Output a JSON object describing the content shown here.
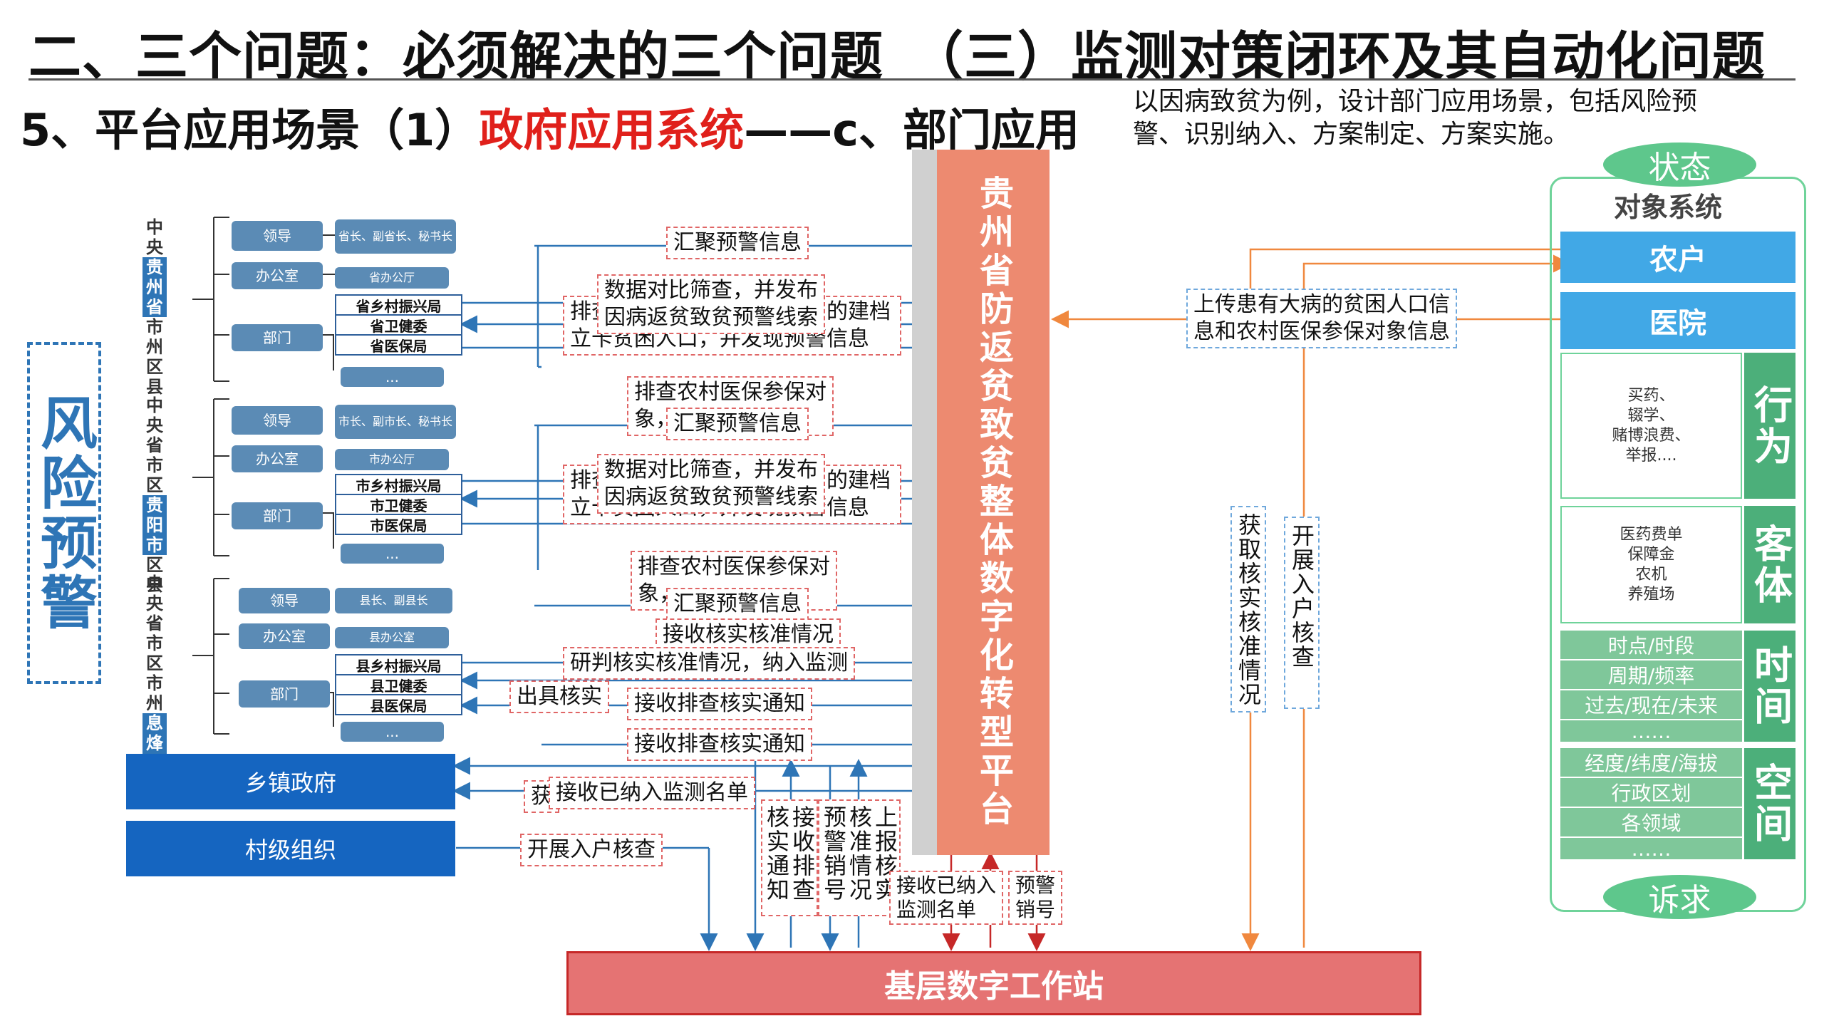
{
  "header": {
    "title": "二、三个问题：必须解决的三个问题　（三）监测对策闭环及其自动化问题",
    "subtitle_prefix": "5、平台应用场景（1）",
    "subtitle_red": "政府应用系统",
    "subtitle_suffix": "——c、部门应用",
    "note": "以因病致贫为例，设计部门应用场景，包括风险预警、识别纳入、方案制定、方案实施。"
  },
  "risk_label": "风险预警",
  "levels": [
    {
      "label_pre": "中央",
      "label_hl": "贵州省",
      "label_post": "市州区县",
      "leader": "领导",
      "leader_detail": "省长、副省长、秘书长",
      "office": "办公室",
      "office_detail": "省办公厅",
      "dept": "部门",
      "depts": [
        "省乡村振兴局",
        "省卫健委",
        "省医保局"
      ],
      "more": "..."
    },
    {
      "label_pre": "中央省市区",
      "label_hl": "贵阳市",
      "label_post": "区县",
      "leader": "领导",
      "leader_detail": "市长、副市长、秘书长",
      "office": "办公室",
      "office_detail": "市办公厅",
      "dept": "部门",
      "depts": [
        "市乡村振兴局",
        "市卫健委",
        "市医保局"
      ],
      "more": "..."
    },
    {
      "label_pre": "中央省市区市州",
      "label_hl": "息烽县",
      "label_post": "",
      "leader": "领导",
      "leader_detail": "县长、副县长",
      "office": "办公室",
      "office_detail": "县办公室",
      "dept": "部门",
      "depts": [
        "县乡村振兴局",
        "县卫健委",
        "县医保局"
      ],
      "more": "..."
    }
  ],
  "township": "乡镇政府",
  "village": "村级组织",
  "platform": "贵州省防返贫致贫整体数字化转型平台",
  "station": "基层数字工作站",
  "flow_labels": {
    "gather1": "汇聚预警信息",
    "compare1_line1": "数据对比筛查，并发布",
    "compare1_line2": "因病返贫致贫预警线索",
    "back1_line1": "排查　　　　　　　　　　的建档",
    "back1_line2": "立卡贫困人口，并发现预警信息",
    "check1_line1": "排查农村医保参保对",
    "check1_line2": "象，",
    "gather2": "汇聚预警信息",
    "compare2_line1": "数据对比筛查，并发布",
    "compare2_line2": "因病返贫致贫预警线索",
    "back2_line1": "排查　　　　　　　　　　的建档",
    "back2_line2": "立卡贫困人口，并发现预警信息",
    "check2_line1": "排查农村医保参保对",
    "check2_line2": "象，",
    "gather3": "汇聚预警信息",
    "receive_check": "接收核实核准情况",
    "judge": "研判核实核准情况，纳入监测",
    "issue": "出具核实",
    "recv_notice1": "接收排查核实通知",
    "recv_notice2": "接收排查核实通知",
    "recv_list": "接收已纳入监测名单",
    "get": "获",
    "entry_check": "开展入户核查",
    "v_recv_notice": "接收排查核实通知",
    "v_cancel": "上报核实核准情况预警销号",
    "recv_list2_line1": "接收已纳入",
    "recv_list2_line2": "监测名单",
    "cancel_line1": "预警",
    "cancel_line2": "销号",
    "upload_line1": "上传患有大病的贫困人口信",
    "upload_line2": "息和农村医保参保对象信息",
    "v_get_check": "获取核实核准情况",
    "v_entry": "开展入户核查"
  },
  "panel": {
    "top_pill": "状态",
    "object_title": "对象系统",
    "farmer": "农户",
    "hospital": "医院",
    "behavior_items": "买药、\n辍学、\n赌博浪费、\n举报....",
    "behavior_side": "行为",
    "object_items": "医药费单\n保障金\n农机\n养殖场",
    "object_side": "客体",
    "time_rows": [
      "时点/时段",
      "周期/频率",
      "过去/现在/未来",
      "……"
    ],
    "time_side": "时间",
    "space_rows": [
      "经度/纬度/海拔",
      "行政区划",
      "各领域",
      "……"
    ],
    "space_side": "空间",
    "bottom_pill": "诉求"
  },
  "colors": {
    "blue": "#2e75b6",
    "red": "#e0201b",
    "platform": "#ed8a70",
    "green": "#4caf7a",
    "orange": "#f0883e"
  }
}
